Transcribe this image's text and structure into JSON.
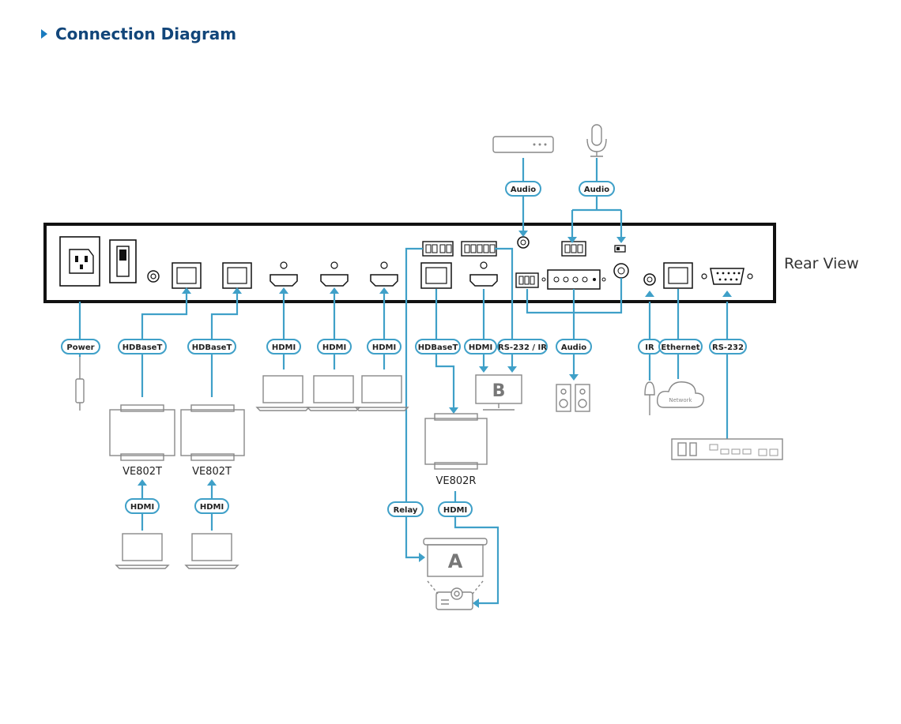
{
  "header": {
    "title": "Connection Diagram"
  },
  "rear_view_label": "Rear View",
  "labels": {
    "power": "Power",
    "hdbaset_1": "HDBaseT",
    "hdbaset_2": "HDBaseT",
    "hdmi_1": "HDMI",
    "hdmi_2": "HDMI",
    "hdmi_3": "HDMI",
    "hdbaset_out": "HDBaseT",
    "hdmi_out": "HDMI",
    "rs232_ir": "RS-232 / IR",
    "audio_out": "Audio",
    "ir": "IR",
    "ethernet": "Ethernet",
    "rs232": "RS-232",
    "audio_in_top": "Audio",
    "mic_audio": "Audio",
    "tx_hdmi_1": "HDMI",
    "tx_hdmi_2": "HDMI",
    "relay": "Relay",
    "rx_hdmi": "HDMI"
  },
  "devices": {
    "transmitter_1": "VE802T",
    "transmitter_2": "VE802T",
    "receiver": "VE802R",
    "display_b": "B",
    "screen_a": "A",
    "network": "Network"
  },
  "colors": {
    "cable": "#3fa0c8",
    "title": "#12467a",
    "accent": "#1a7bbf"
  }
}
